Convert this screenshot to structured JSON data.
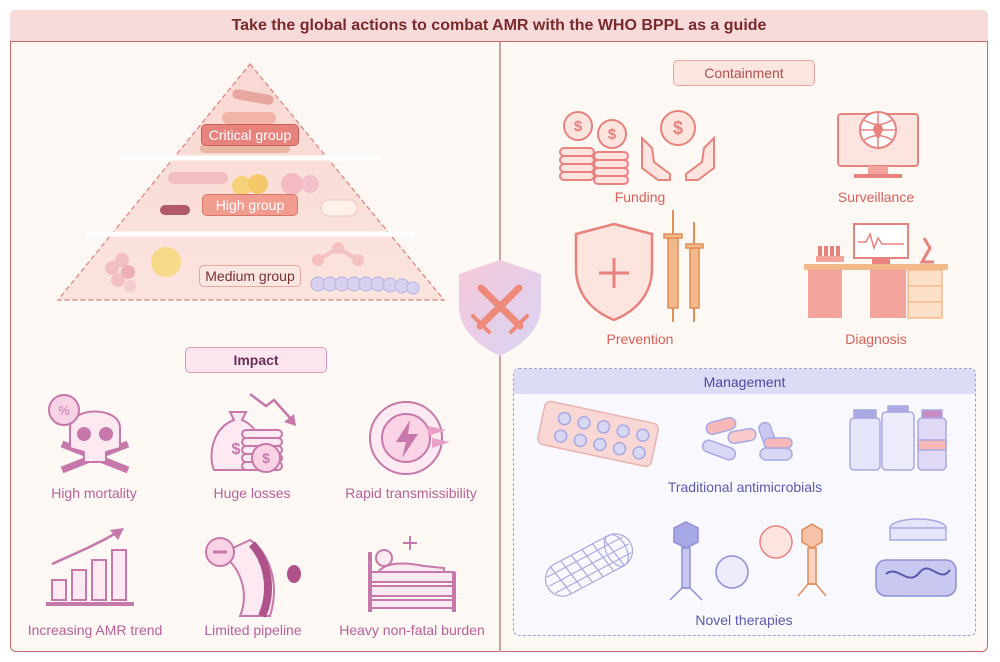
{
  "title": "Take the global actions to combat AMR with the WHO BPPL as a guide",
  "pyramid": {
    "critical": "Critical group",
    "high": "High group",
    "medium": "Medium group"
  },
  "impact": {
    "header": "Impact",
    "items": [
      "High mortality",
      "Huge losses",
      "Rapid transmissibility",
      "Increasing AMR trend",
      "Limited pipeline",
      "Heavy non-fatal burden"
    ],
    "percent_symbol": "%"
  },
  "containment": {
    "header": "Containment",
    "items": [
      "Funding",
      "Surveillance",
      "Prevention",
      "Diagnosis"
    ]
  },
  "management": {
    "header": "Management",
    "traditional": "Traditional antimicrobials",
    "novel": "Novel therapies"
  },
  "colors": {
    "accent_red": "#e8827d",
    "impact_purple": "#c778aa",
    "management_purple": "#8f8fd6"
  }
}
